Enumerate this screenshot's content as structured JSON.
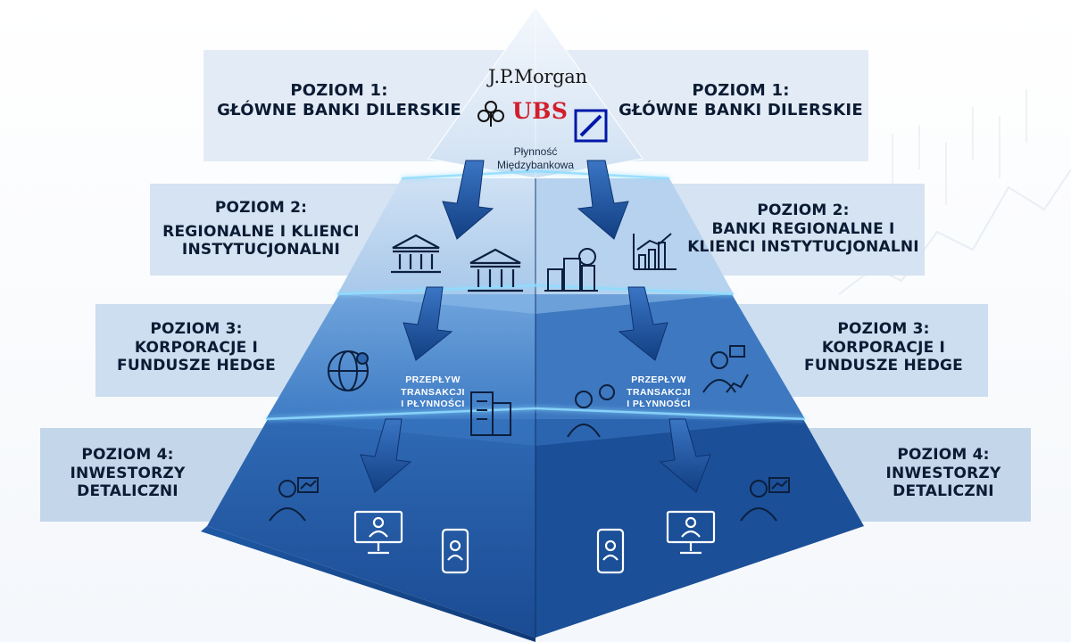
{
  "diagram": {
    "levels": [
      {
        "left": {
          "line1": "POZIOM 1:",
          "line2": "GŁÓWNE BANKI DILERSKIE"
        },
        "right": {
          "line1": "POZIOM 1:",
          "line2": "GŁÓWNE BANKI DILERSKIE"
        }
      },
      {
        "left": {
          "line1": "POZIOM 2:",
          "line2": "REGIONALNE I KLIENCI",
          "line3": "INSTYTUCJONALNI"
        },
        "right": {
          "line1": "POZIOM 2:",
          "line2": "BANKI REGIONALNE I",
          "line3": "KLIENCI INSTYTUCJONALNI"
        }
      },
      {
        "left": {
          "line1": "POZIOM 3:",
          "line2": "KORPORACJE I",
          "line3": "FUNDUSZE HEDGE"
        },
        "right": {
          "line1": "POZIOM 3:",
          "line2": "KORPORACJE I",
          "line3": "FUNDUSZE HEDGE"
        }
      },
      {
        "left": {
          "line1": "POZIOM 4:",
          "line2": "INWESTORZY",
          "line3": "DETALICZNI"
        },
        "right": {
          "line1": "POZIOM 4:",
          "line2": "INWESTORZY",
          "line3": "DETALICZNI"
        }
      }
    ],
    "apex": {
      "logos": [
        "J.P.Morgan",
        "UBS",
        "Deutsche Bank"
      ],
      "label_line1": "Płynność",
      "label_line2": "Międzybankowa"
    },
    "flow_label": {
      "line1": "PRZEPŁYW",
      "line2": "TRANSAKCJI",
      "line3": "I PŁYNNOŚCI"
    },
    "icons": {
      "level2": [
        "bank-icon",
        "bank-icon",
        "city-dollar-icon",
        "growth-chart-icon"
      ],
      "level3": [
        "globe-pin-icon",
        "office-building-icon",
        "investor-dollar-icon",
        "analyst-chart-icon"
      ],
      "level4": [
        "trader-chart-icon",
        "desktop-user-icon",
        "mobile-user-icon",
        "mobile-user-icon",
        "desktop-user-icon",
        "trader-chart-icon"
      ]
    },
    "colors": {
      "panel_light": "#dfe8f3",
      "panel_mid": "#c9daee",
      "pyramid_top": "#e8f1fb",
      "pyramid_deep": "#14488f",
      "arrow": "#1c4f9c",
      "glow": "#7fd4ff",
      "text_dark": "#0b1b33",
      "ubs_red": "#d21e2b",
      "db_blue": "#0018a8"
    }
  }
}
